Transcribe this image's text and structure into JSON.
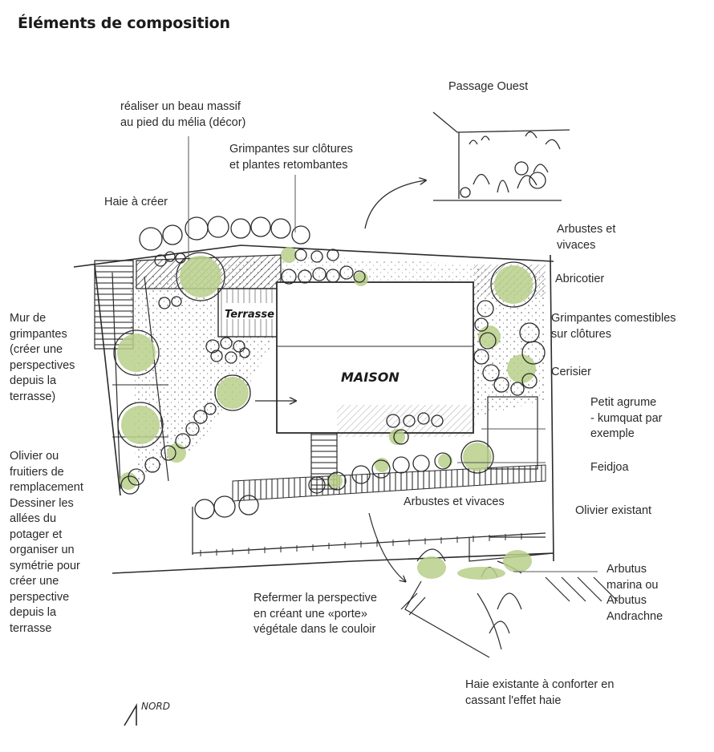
{
  "title": "Éléments de composition",
  "colors": {
    "green": "#b9cf8a",
    "ink": "#2b2b2b"
  },
  "plan": {
    "terrasse": "Terrasse",
    "maison": "MAISON",
    "north": "NORD"
  },
  "labels": {
    "massif": "réaliser un beau massif\nau pied du mélia (décor)",
    "passage": "Passage Ouest",
    "grimpantes": "Grimpantes sur clôtures\net plantes retombantes",
    "haie": "Haie à créer",
    "arbustes_vivaces_top": "Arbustes et\nvivaces",
    "abricotier": "Abricotier",
    "mur": "Mur de\ngrimpantes\n(créer une\nperspectives\ndepuis la\nterrasse)",
    "grimpantes_comestibles": "Grimpantes comestibles\nsur clôtures",
    "cerisier": "Cerisier",
    "agrume": "Petit agrume\n- kumquat par\nexemple",
    "olivier": "Olivier ou\nfruitiers de\nremplacement\nDessiner les\nallées du\npotager  et\norganiser un\nsymétrie pour\ncréer une\nperspective\ndepuis la\nterrasse",
    "feidjoa": "Feidjoa",
    "arbustes_vivaces_bottom": "Arbustes et vivaces",
    "olivier_existant": "Olivier existant",
    "arbutus": "Arbutus\nmarina ou\nArbutus\nAndrachne",
    "refermer": "Refermer la perspective\nen créant une «porte»\nvégétale dans le couloir",
    "haie_existante": "Haie existante à conforter en\ncassant l'effet haie"
  }
}
